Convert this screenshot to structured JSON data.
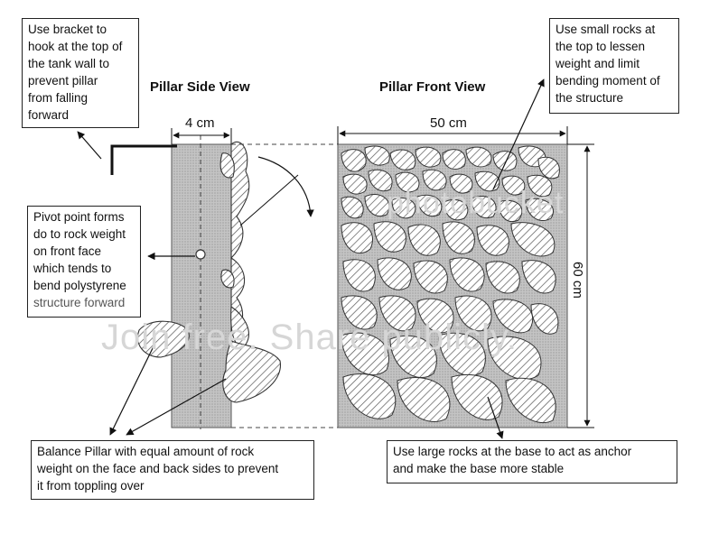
{
  "headings": {
    "side_view": "Pillar Side View",
    "front_view": "Pillar Front View"
  },
  "dimensions": {
    "thickness": "4 cm",
    "width": "50 cm",
    "height": "60 cm"
  },
  "notes": {
    "bracket": [
      "Use bracket to",
      "hook at the top of",
      "the tank wall to",
      "prevent pillar",
      "from falling",
      "forward"
    ],
    "small_rocks": [
      "Use small rocks at",
      "the top to lessen",
      "weight and limit",
      "bending moment of",
      "the structure"
    ],
    "pivot": [
      "Pivot point forms",
      "do to rock weight",
      "on front face",
      "which tends to",
      "bend polystyrene",
      "structure forward"
    ],
    "balance": [
      "Balance Pillar with equal amount of rock",
      "weight on the face and back sides to prevent",
      "it from toppling over"
    ],
    "large_rocks": [
      "Use large rocks at the base to act as anchor",
      "and make the base more stable"
    ]
  },
  "watermark": {
    "top": "photobucket",
    "middle": "Join free. Share publicly."
  },
  "colors": {
    "pillar_fill": "#b8b8b8",
    "rock_stroke": "#333333",
    "text": "#111111"
  }
}
